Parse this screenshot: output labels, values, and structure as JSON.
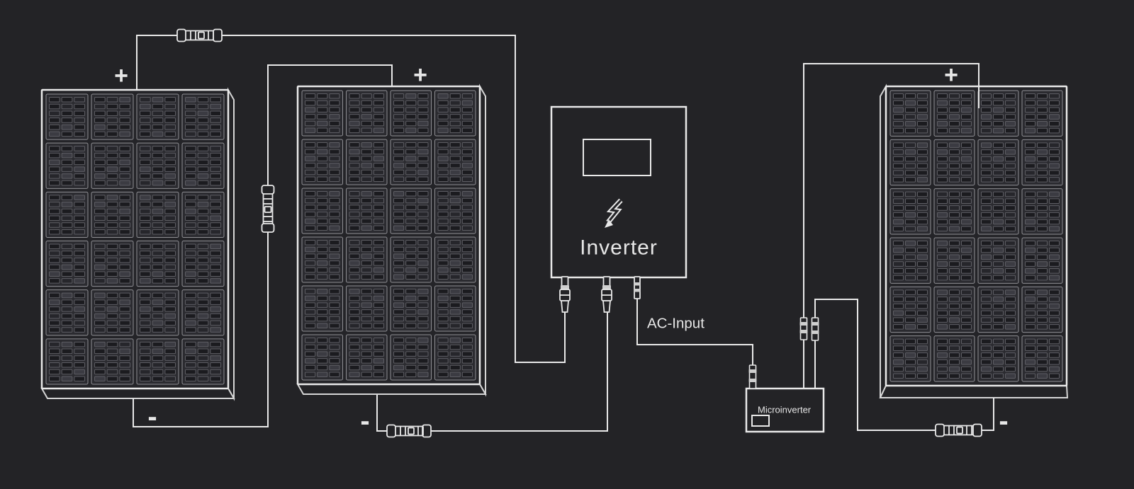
{
  "colors": {
    "background": "#232326",
    "line": "#e9e9e9",
    "text": "#e6e6e6",
    "panel_face": "#242428",
    "cell_fill": "#2b2b30",
    "cell_border": "#8f8f94",
    "bar_border": "#5e5e64",
    "bar_fill_dark": "#1b1b1f",
    "bar_fill_mid": "#26262b",
    "bar_fill_light": "#3b3b42",
    "connector_band": "#cfcfcf"
  },
  "panels": {
    "left": {
      "plus": "+",
      "minus": "-"
    },
    "middle": {
      "plus": "+",
      "minus": "-"
    },
    "right": {
      "plus": "+",
      "minus": "-"
    }
  },
  "inverter": {
    "label": "Inverter"
  },
  "microinverter": {
    "label": "Microinverter"
  },
  "wiring": {
    "ac_input_label": "AC-Input"
  },
  "icons": {
    "inverter_bolt": "lightning-icon"
  }
}
